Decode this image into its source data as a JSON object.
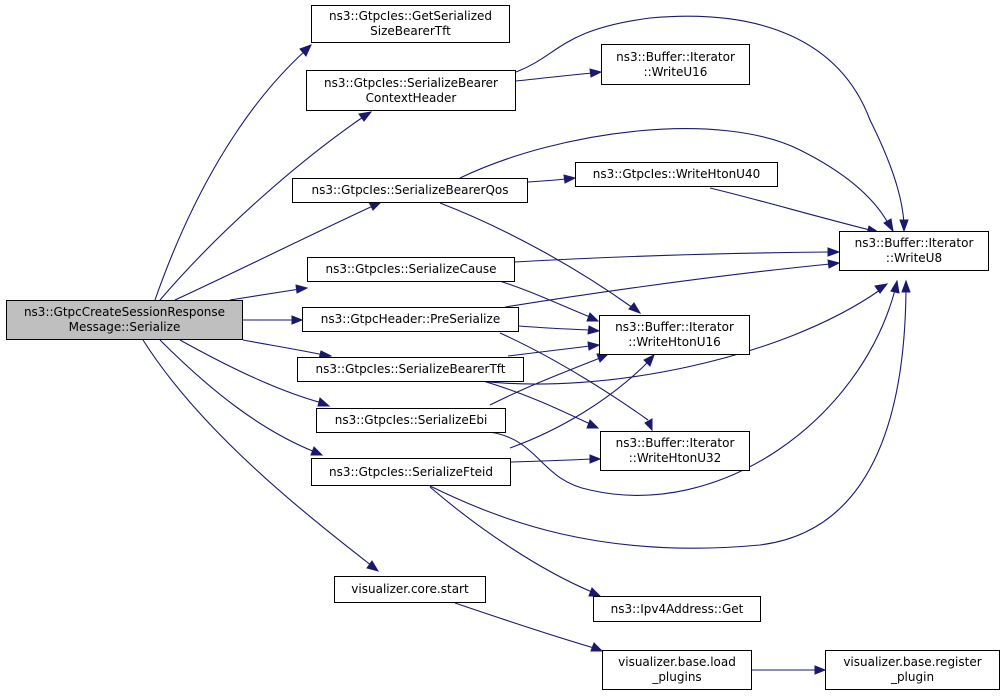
{
  "colors": {
    "edge": "#191970",
    "root_fill": "#bfbfbf",
    "node_fill": "#ffffff",
    "node_border": "#000000"
  },
  "nodes": {
    "root": {
      "line1": "ns3::GtpcCreateSessionResponse",
      "line2": "Message::Serialize"
    },
    "getsize": {
      "line1": "ns3::GtpcIes::GetSerialized",
      "line2": "SizeBearerTft"
    },
    "ctxheader": {
      "line1": "ns3::GtpcIes::SerializeBearer",
      "line2": "ContextHeader"
    },
    "writeu16": {
      "line1": "ns3::Buffer::Iterator",
      "line2": "::WriteU16"
    },
    "qos": {
      "line1": "ns3::GtpcIes::SerializeBearerQos"
    },
    "htonu40": {
      "line1": "ns3::GtpcIes::WriteHtonU40"
    },
    "writeu8": {
      "line1": "ns3::Buffer::Iterator",
      "line2": "::WriteU8"
    },
    "cause": {
      "line1": "ns3::GtpcIes::SerializeCause"
    },
    "preserialize": {
      "line1": "ns3::GtpcHeader::PreSerialize"
    },
    "htonu16": {
      "line1": "ns3::Buffer::Iterator",
      "line2": "::WriteHtonU16"
    },
    "tft": {
      "line1": "ns3::GtpcIes::SerializeBearerTft"
    },
    "ebi": {
      "line1": "ns3::GtpcIes::SerializeEbi"
    },
    "htonu32": {
      "line1": "ns3::Buffer::Iterator",
      "line2": "::WriteHtonU32"
    },
    "fteid": {
      "line1": "ns3::GtpcIes::SerializeFteid"
    },
    "vstart": {
      "line1": "visualizer.core.start"
    },
    "ipv4get": {
      "line1": "ns3::Ipv4Address::Get"
    },
    "loadplugins": {
      "line1": "visualizer.base.load",
      "line2": "_plugins"
    },
    "regplugin": {
      "line1": "visualizer.base.register",
      "line2": "_plugin"
    }
  }
}
